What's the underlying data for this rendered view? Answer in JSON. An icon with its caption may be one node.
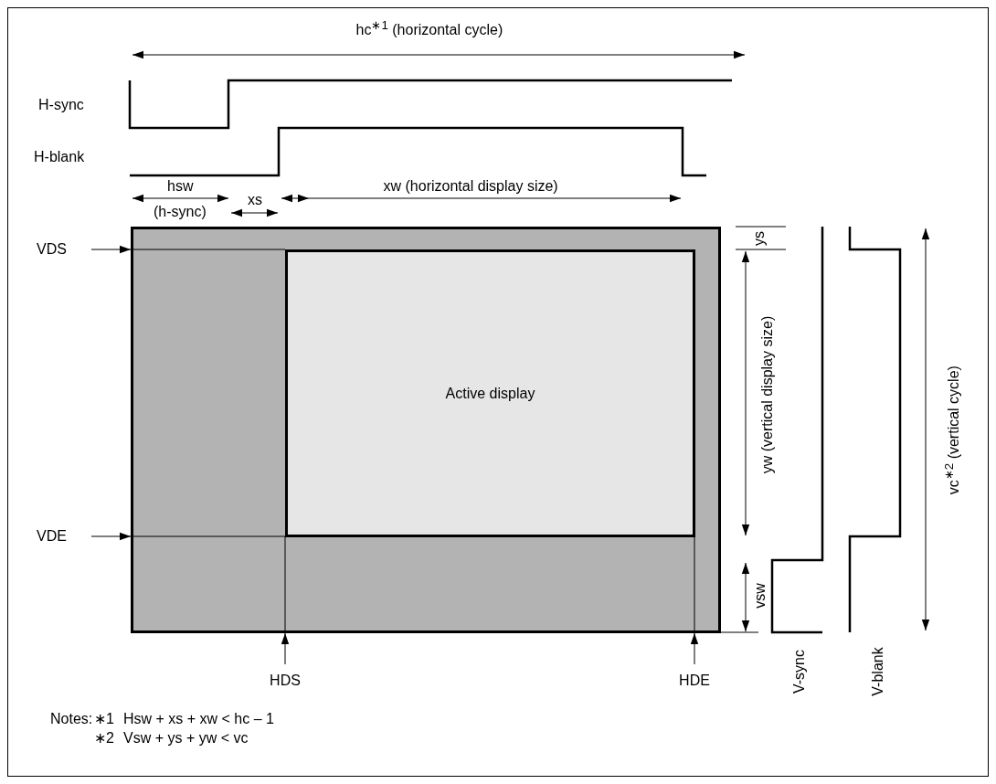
{
  "diagram": {
    "nodes": [
      {
        "text": [],
        "shape": "box"
      },
      {
        "text": [
          "Active display"
        ],
        "in": 0
      },
      {
        "text": [
          "VDS"
        ]
      },
      {
        "text": [
          "VDE"
        ]
      },
      {
        "text": [
          "HDS"
        ]
      },
      {
        "text": [
          "HDE"
        ]
      }
    ],
    "edges": [
      {
        "from": 2,
        "to": 0,
        "arrow": "to"
      },
      {
        "from": 3,
        "to": 0,
        "arrow": "to"
      },
      {
        "from": 4,
        "to": 0,
        "arrow": "to"
      },
      {
        "from": 5,
        "to": 0,
        "arrow": "to"
      }
    ],
    "labels": [
      "hc$^{∗1}$ (horizontal cycle)",
      "H-sync",
      "H-blank",
      "hsw",
      "(h-sync)",
      "xs",
      "xw (horizontal display size)",
      "ys",
      "yw (vertical display size)",
      "vsw",
      "vc$^{∗2}$ (vertical cycle)",
      "V-sync",
      "V-blank",
      "Notes:",
      "∗1",
      "Hsw + xs + xw < hc – 1",
      "∗2",
      "Vsw + ys + yw < vc"
    ]
  }
}
